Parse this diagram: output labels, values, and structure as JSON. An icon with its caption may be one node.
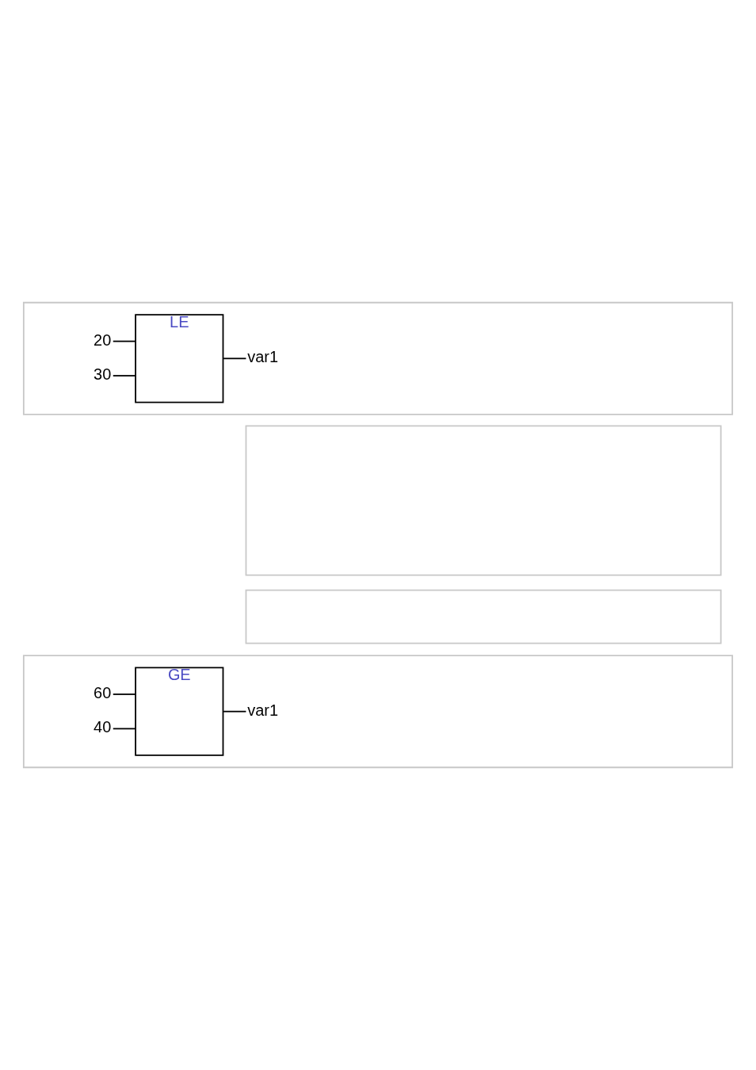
{
  "diagram": {
    "nodes": [
      {
        "text": [],
        "shape": "box"
      },
      {
        "text": [
          "LE"
        ],
        "in": 0
      },
      {
        "text": [
          "20"
        ],
        "in": 0
      },
      {
        "text": [
          "30"
        ],
        "in": 0
      },
      {
        "text": [
          "var1"
        ],
        "in": 0
      },
      {
        "text": [],
        "shape": "box"
      },
      {
        "text": [],
        "shape": "box"
      },
      {
        "text": [],
        "shape": "box"
      },
      {
        "text": [
          "GE"
        ],
        "in": 7
      },
      {
        "text": [
          "60"
        ],
        "in": 7
      },
      {
        "text": [
          "40"
        ],
        "in": 7
      },
      {
        "text": [
          "var1"
        ],
        "in": 7
      }
    ],
    "edges": [
      {
        "from": 2,
        "to": 1,
        "arrow": "none"
      },
      {
        "from": 3,
        "to": 1,
        "arrow": "none"
      },
      {
        "from": 1,
        "to": 4,
        "arrow": "none"
      },
      {
        "from": 9,
        "to": 8,
        "arrow": "none"
      },
      {
        "from": 10,
        "to": 8,
        "arrow": "none"
      },
      {
        "from": 8,
        "to": 11,
        "arrow": "none"
      }
    ]
  }
}
